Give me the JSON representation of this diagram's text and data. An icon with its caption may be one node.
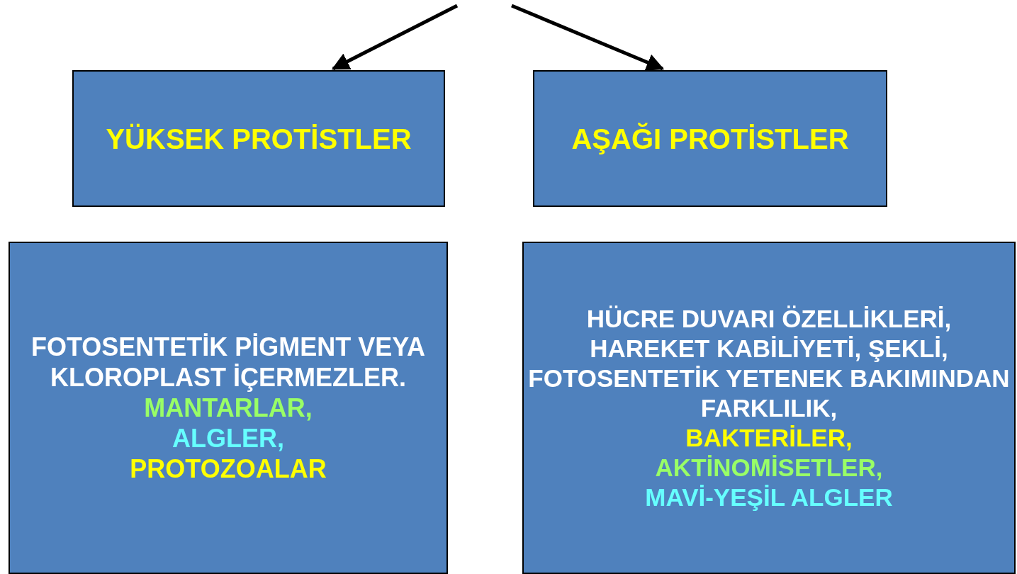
{
  "diagram": {
    "nodes": [
      {
        "text": [
          "YÜKSEK PROTİSTLER"
        ]
      },
      {
        "text": [
          "AŞAĞI PROTİSTLER"
        ]
      },
      {
        "text": [
          "FOTOSENTETİK PİGMENT VEYA KLOROPLAST İÇERMEZLER.",
          "MANTARLAR,",
          "ALGLER,",
          "PROTOZOALAR"
        ]
      },
      {
        "text": [
          "HÜCRE DUVARI ÖZELLİKLERİ, HAREKET KABİLİYETİ, ŞEKLİ, FOTOSENTETİK YETENEK BAKIMINDAN FARKLILIK,",
          "BAKTERİLER,",
          "AKTİNOMİSETLER,",
          "MAVİ-YEŞİL ALGLER"
        ]
      }
    ],
    "edges": [
      {
        "from": null,
        "to": 0,
        "arrow": "to"
      },
      {
        "from": null,
        "to": 1,
        "arrow": "to"
      }
    ]
  }
}
